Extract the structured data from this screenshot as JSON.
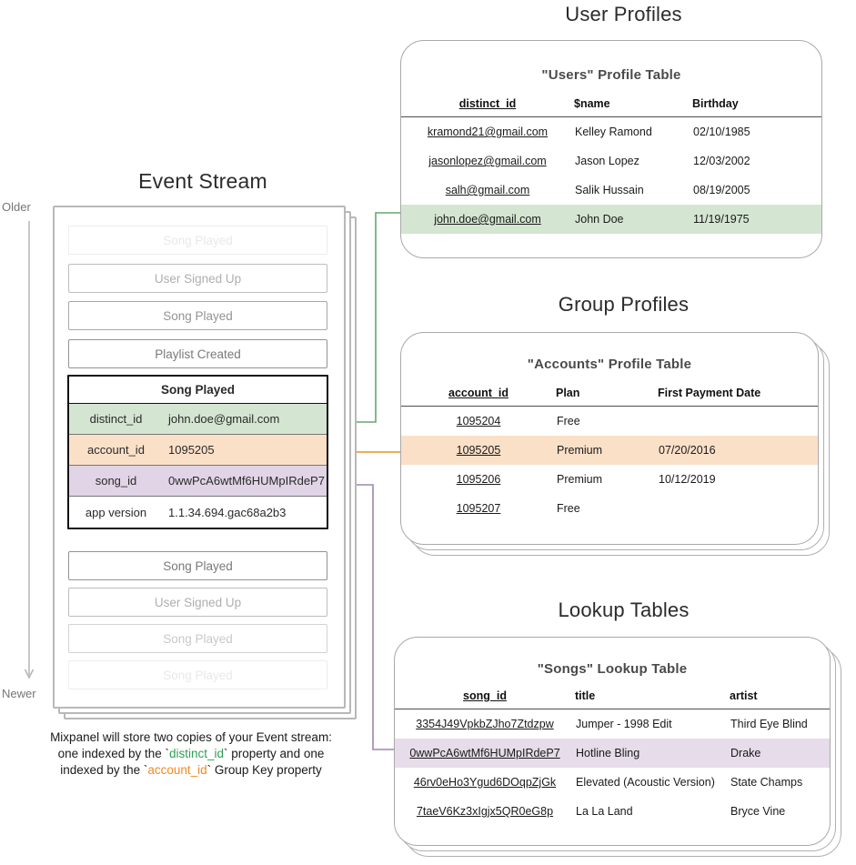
{
  "sections": {
    "event_stream_title": "Event Stream",
    "user_profiles_title": "User Profiles",
    "group_profiles_title": "Group Profiles",
    "lookup_tables_title": "Lookup Tables"
  },
  "timeline": {
    "older_label": "Older",
    "newer_label": "Newer"
  },
  "event_stream": {
    "rows_above": [
      {
        "label": "Song Played"
      },
      {
        "label": "User Signed Up"
      },
      {
        "label": "Song Played"
      },
      {
        "label": "Playlist Created"
      }
    ],
    "rows_below": [
      {
        "label": "Song Played"
      },
      {
        "label": "User Signed Up"
      },
      {
        "label": "Song Played"
      },
      {
        "label": "Song Played"
      }
    ],
    "selected_event": {
      "title": "Song Played",
      "properties": [
        {
          "key": "distinct_id",
          "value": "john.doe@gmail.com"
        },
        {
          "key": "account_id",
          "value": "1095205"
        },
        {
          "key": "song_id",
          "value": "0wwPcA6wtMf6HUMpIRdeP7"
        },
        {
          "key": "app version",
          "value": "1.1.34.694.gac68a2b3"
        }
      ]
    },
    "caption": {
      "line1": "Mixpanel will store two copies of your Event stream:",
      "line2_pre": "one indexed by the `",
      "line2_token": "distinct_id",
      "line2_post": "` property and one",
      "line3_pre": "indexed by the `",
      "line3_token": "account_id",
      "line3_post": "` Group Key property"
    }
  },
  "users_table": {
    "title": "\"Users\" Profile Table",
    "columns": [
      "distinct_id",
      "$name",
      "Birthday"
    ],
    "rows": [
      {
        "id": "kramond21@gmail.com",
        "name": "Kelley Ramond",
        "birthday": "02/10/1985",
        "highlight": ""
      },
      {
        "id": "jasonlopez@gmail.com",
        "name": "Jason Lopez",
        "birthday": "12/03/2002",
        "highlight": ""
      },
      {
        "id": "salh@gmail.com",
        "name": "Salik Hussain",
        "birthday": "08/19/2005",
        "highlight": ""
      },
      {
        "id": "john.doe@gmail.com",
        "name": "John Doe",
        "birthday": "11/19/1975",
        "highlight": "green"
      }
    ]
  },
  "accounts_table": {
    "title": "\"Accounts\" Profile Table",
    "columns": [
      "account_id",
      "Plan",
      "First Payment Date"
    ],
    "rows": [
      {
        "id": "1095204",
        "plan": "Free",
        "first_payment": "",
        "highlight": ""
      },
      {
        "id": "1095205",
        "plan": "Premium",
        "first_payment": "07/20/2016",
        "highlight": "orange"
      },
      {
        "id": "1095206",
        "plan": "Premium",
        "first_payment": "10/12/2019",
        "highlight": ""
      },
      {
        "id": "1095207",
        "plan": "Free",
        "first_payment": "",
        "highlight": ""
      }
    ]
  },
  "songs_table": {
    "title": "\"Songs\" Lookup Table",
    "columns": [
      "song_id",
      "title",
      "artist"
    ],
    "rows": [
      {
        "id": "3354J49VpkbZJho7Ztdzpw",
        "title": "Jumper - 1998 Edit",
        "artist": "Third Eye Blind",
        "highlight": ""
      },
      {
        "id": "0wwPcA6wtMf6HUMpIRdeP7",
        "title": "Hotline Bling",
        "artist": "Drake",
        "highlight": "purple"
      },
      {
        "id": "46rv0eHo3Ygud6DOqpZjGk",
        "title": "Elevated (Acoustic Version)",
        "artist": "State Champs",
        "highlight": ""
      },
      {
        "id": "7taeV6Kz3xIgjx5QR0eG8p",
        "title": "La La Land",
        "artist": "Bryce Vine",
        "highlight": ""
      }
    ]
  },
  "colors": {
    "green": "#d4e6d2",
    "green_line": "#63a86c",
    "orange": "#fbe0c8",
    "orange_line": "#eda13c",
    "purple": "#e6dcea",
    "purple_line": "#9f86ab",
    "panel_border": "#a9a9a9",
    "timeline": "#b0b0b0"
  }
}
